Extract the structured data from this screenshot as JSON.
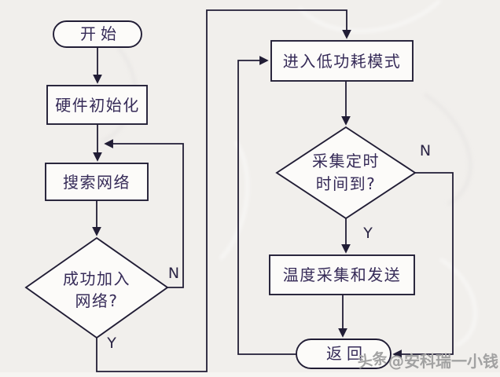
{
  "flowchart": {
    "nodes": {
      "start": {
        "label": "开始"
      },
      "hw_init": {
        "label": "硬件初始化"
      },
      "search": {
        "label": "搜索网络"
      },
      "join_q": {
        "line1": "成功加入",
        "line2": "网络?"
      },
      "low_power": {
        "label": "进入低功耗模式"
      },
      "timer_q": {
        "line1": "采集定时",
        "line2": "时间到?"
      },
      "collect": {
        "label": "温度采集和发送"
      },
      "return": {
        "label": "返回"
      }
    },
    "branch_labels": {
      "join_no": "N",
      "join_yes": "Y",
      "timer_no": "N",
      "timer_yes": "Y"
    },
    "watermark": {
      "prefix": "头条",
      "handle": "@安科瑞一小钱"
    },
    "colors": {
      "background": "#f1efec",
      "node_fill": "#fcfbf9",
      "stroke": "#211d35",
      "text": "#362b58",
      "watermark": "#a2a2a2"
    }
  }
}
